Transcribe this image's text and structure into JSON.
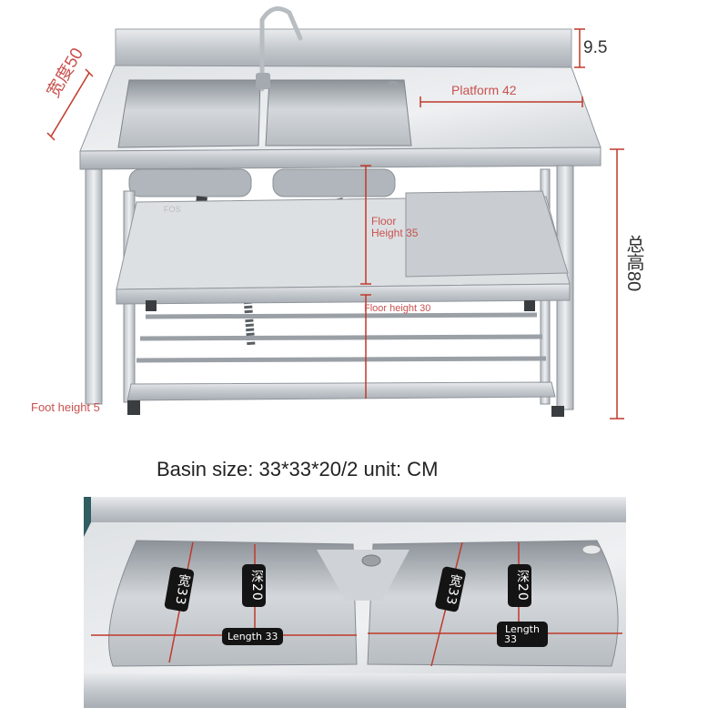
{
  "top_photo": {
    "width_label": "宽度50",
    "backsplash_label": "9.5",
    "platform_label": "Platform 42",
    "floor_height_label": "Floor Height 35",
    "floor_height_line1": "Floor",
    "floor_height_line2": "Height 35",
    "lower_floor_label": "Floor height 30",
    "total_height_label": "总高80",
    "foot_height_label": "Foot height 5",
    "watermark": "FOS"
  },
  "caption": "Basin size: 33*33*20/2 unit: CM",
  "bottom_photo": {
    "left_basin": {
      "width_tag": "宽33",
      "depth_tag": "深20",
      "length_tag": "Length 33"
    },
    "right_basin": {
      "width_tag": "宽33",
      "depth_tag": "深20",
      "length_tag_line1": "Length",
      "length_tag_line2": "33"
    }
  },
  "colors": {
    "dimension_line": "#c0392b",
    "label_text": "#c9524f",
    "steel": "#c9cdd2",
    "background_teal": "#2f5d61"
  }
}
